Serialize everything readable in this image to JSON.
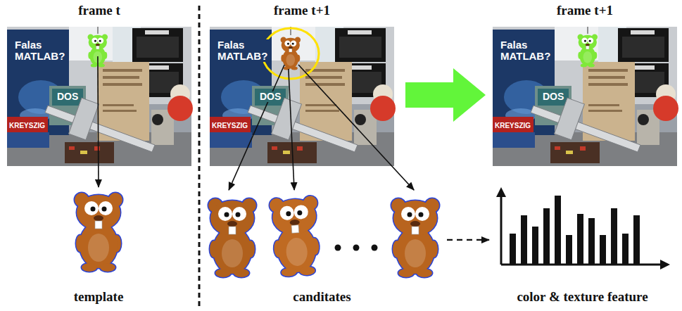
{
  "diagram": {
    "nodes": [
      {
        "text": [
          "frame t"
        ]
      },
      {
        "text": [
          "frame t+1"
        ]
      },
      {
        "text": [
          "frame t+1"
        ]
      },
      {
        "text": [
          "template"
        ]
      },
      {
        "text": [
          "canditates"
        ]
      },
      {
        "text": [
          "color & texture feature"
        ]
      }
    ],
    "edges": [
      {
        "from": 0,
        "to": 3,
        "arrow": "to"
      },
      {
        "from": 1,
        "to": 4,
        "arrow": "to"
      },
      {
        "from": 1,
        "to": 4,
        "arrow": "to"
      },
      {
        "from": 1,
        "to": 4,
        "arrow": "to"
      },
      {
        "from": 4,
        "to": 5,
        "arrow": "to"
      },
      {
        "from": 1,
        "to": 2,
        "arrow": "to"
      }
    ],
    "labels": [
      "Falas MATLAB?",
      "DOS",
      "KREYSZIG",
      "Falas MATLAB?",
      "DOS",
      "KREYSZIG",
      "Falas MATLAB?",
      "DOS",
      "KREYSZIG"
    ]
  }
}
